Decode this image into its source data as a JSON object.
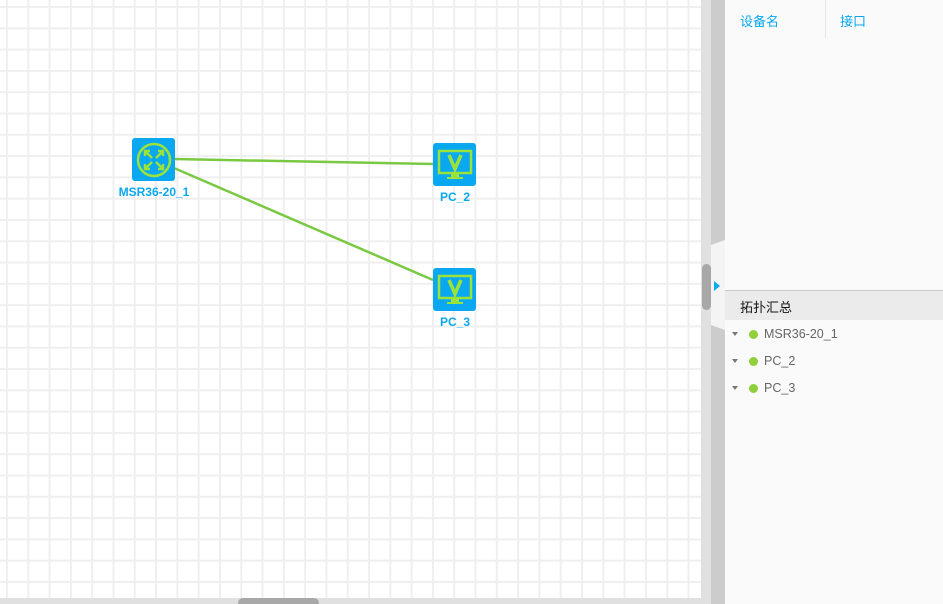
{
  "topology": {
    "nodes": [
      {
        "id": "MSR36-20_1",
        "label": "MSR36-20_1",
        "type": "router",
        "icon": "router-icon"
      },
      {
        "id": "PC_2",
        "label": "PC_2",
        "type": "pc",
        "icon": "monitor-icon"
      },
      {
        "id": "PC_3",
        "label": "PC_3",
        "type": "pc",
        "icon": "monitor-icon"
      }
    ],
    "links": [
      [
        "MSR36-20_1",
        "PC_2"
      ],
      [
        "MSR36-20_1",
        "PC_3"
      ]
    ],
    "link_color": "#7ac943",
    "icon_bg": "#0aa8f0",
    "icon_fg": "#9be23a"
  },
  "panel": {
    "columns": [
      "设备名",
      "接口"
    ],
    "summary_title": "拓扑汇总",
    "items": [
      {
        "label": "MSR36-20_1",
        "status_color": "#8fcf3c"
      },
      {
        "label": "PC_2",
        "status_color": "#8fcf3c"
      },
      {
        "label": "PC_3",
        "status_color": "#8fcf3c"
      }
    ]
  }
}
